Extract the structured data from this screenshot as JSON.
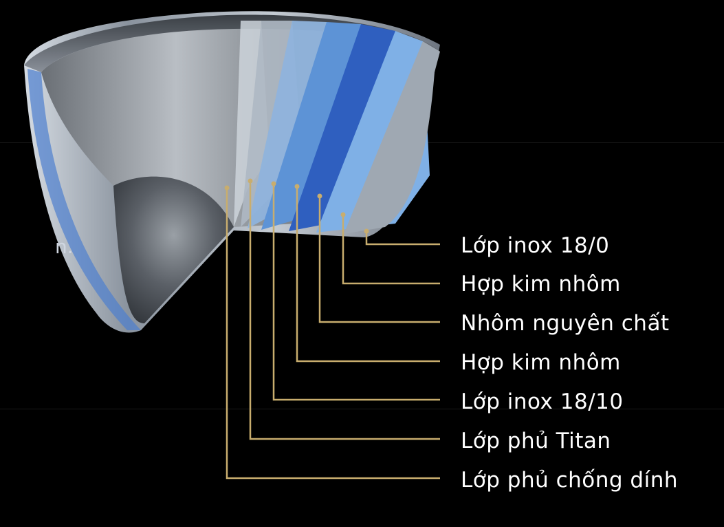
{
  "colors": {
    "background": "#000000",
    "leader_line": "#c8ad6e",
    "label_text": "#ffffff"
  },
  "stray_text": "n.",
  "layers": [
    {
      "label": "Lớp inox 18/0"
    },
    {
      "label": "Hợp kim nhôm"
    },
    {
      "label": "Nhôm nguyên chất"
    },
    {
      "label": "Hợp kim nhôm"
    },
    {
      "label": "Lớp inox 18/10"
    },
    {
      "label": "Lớp phủ Titan"
    },
    {
      "label": "Lớp phủ chống dính"
    }
  ]
}
